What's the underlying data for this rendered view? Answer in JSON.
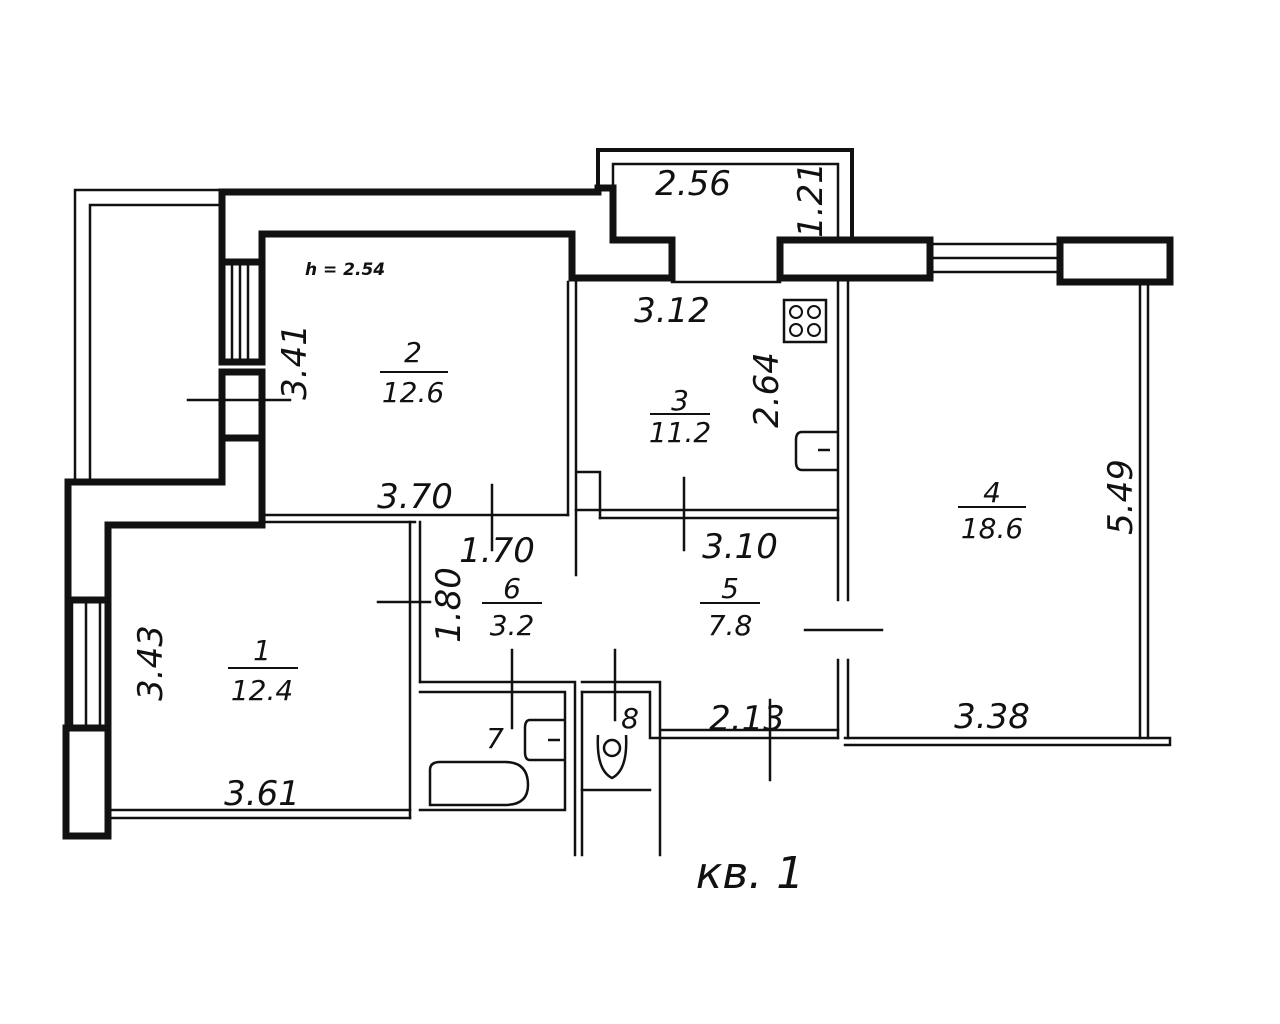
{
  "plan": {
    "ceiling_height": "h = 2.54",
    "title": "кв. 1",
    "rooms": [
      {
        "num": "1",
        "area": "12.4"
      },
      {
        "num": "2",
        "area": "12.6"
      },
      {
        "num": "3",
        "area": "11.2"
      },
      {
        "num": "4",
        "area": "18.6"
      },
      {
        "num": "5",
        "area": "7.8"
      },
      {
        "num": "6",
        "area": "3.2"
      },
      {
        "num": "7"
      },
      {
        "num": "8"
      }
    ],
    "dimensions": {
      "balcony_top_width": "2.56",
      "balcony_top_depth": "1.21",
      "room3_width": "3.12",
      "room3_depth": "2.64",
      "room2_depth": "3.41",
      "room2_width": "3.70",
      "room4_depth": "5.49",
      "room4_width": "3.38",
      "room1_depth": "3.43",
      "room1_width": "3.61",
      "hall6_width": "1.70",
      "hall6_depth": "1.80",
      "hall5_width": "3.10",
      "corridor_width": "2.13"
    }
  }
}
